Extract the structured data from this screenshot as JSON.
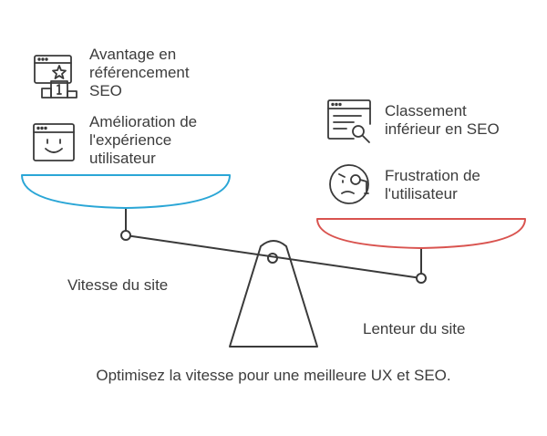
{
  "left_pan": {
    "items": [
      {
        "text": "Avantage en\nréférencement\nSEO",
        "icon": "seo-ranking-podium-icon"
      },
      {
        "text": "Amélioration de\nl'expérience\nutilisateur",
        "icon": "smiling-browser-icon"
      }
    ],
    "label": "Vitesse du site",
    "color": "#2aa6d6"
  },
  "right_pan": {
    "items": [
      {
        "text": "Classement\ninférieur en SEO",
        "icon": "search-document-icon"
      },
      {
        "text": "Frustration de\nl'utilisateur",
        "icon": "frustrated-face-icon"
      }
    ],
    "label": "Lenteur du site",
    "color": "#d9534f"
  },
  "caption": "Optimisez la vitesse pour une meilleure UX et SEO.",
  "colors": {
    "stroke": "#3a3a3a",
    "text": "#3c3c3c"
  }
}
